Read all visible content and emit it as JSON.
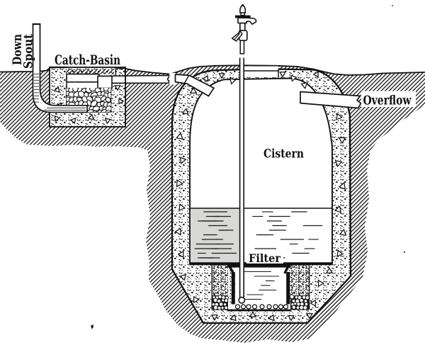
{
  "figure": {
    "title": "Cistern with catch-basin and filter (sectional diagram)",
    "background": "#ffffff",
    "ink": "#111111",
    "water_tint": "#d8d8d6"
  },
  "labels": {
    "down_spout_word1": "Down",
    "down_spout_word2": "Spout",
    "catch_basin": "Catch-Basin",
    "cistern": "Cistern",
    "filter": "Filter",
    "overflow": "Overflow"
  }
}
